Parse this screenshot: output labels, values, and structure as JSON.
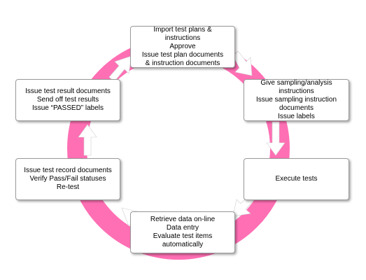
{
  "colors": {
    "ring": "#ff6fb4",
    "ring_dark": "#f04a9a",
    "arrow": "#ffffff",
    "box_border": "#9a9a9a"
  },
  "steps": [
    {
      "id": "import",
      "lines": [
        "Import test plans &",
        "instructions",
        "Approve",
        "Issue test plan documents",
        "& instruction documents"
      ]
    },
    {
      "id": "sampling",
      "lines": [
        "Give sampling/analysis",
        "instructions",
        "Issue sampling instruction",
        "documents",
        "Issue labels"
      ]
    },
    {
      "id": "execute",
      "lines": [
        "Execute tests"
      ]
    },
    {
      "id": "retrieve",
      "lines": [
        "Retrieve data on-line",
        "Data entry",
        "Evaluate test items",
        "automatically"
      ]
    },
    {
      "id": "record",
      "lines": [
        "Issue test record documents",
        "Verify Pass/Fail statuses",
        "Re-test"
      ]
    },
    {
      "id": "result",
      "lines": [
        "Issue test result documents",
        "Send off test results",
        "Issue “PASSED” labels"
      ]
    }
  ]
}
